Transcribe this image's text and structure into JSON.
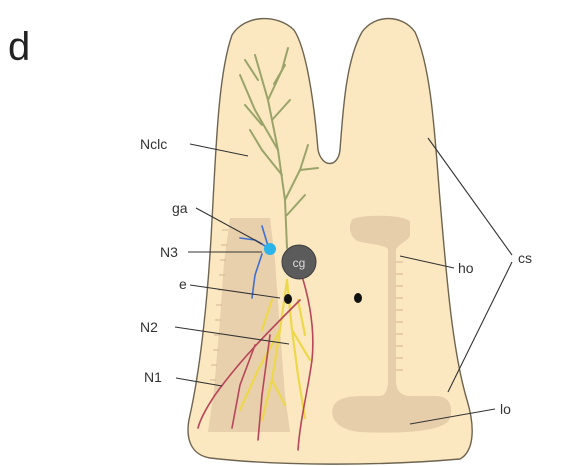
{
  "panel": "d",
  "labels": {
    "nclc": "Nclc",
    "ga": "ga",
    "n3": "N3",
    "e": "e",
    "n2": "N2",
    "n1": "N1",
    "cg": "cg",
    "ho": "ho",
    "cs": "cs",
    "lo": "lo"
  },
  "colors": {
    "body_fill": "#fbe8c0",
    "body_stroke": "#6e6450",
    "muscle_fill": "#e4cba8",
    "ganglion_fill": "#5b5b5b",
    "green_nerve": "#9aa46a",
    "yellow_nerve": "#ecd84a",
    "red_nerve": "#b8465a",
    "blue_nerve": "#3f6fd0",
    "cyan_node": "#2ab4ea"
  }
}
